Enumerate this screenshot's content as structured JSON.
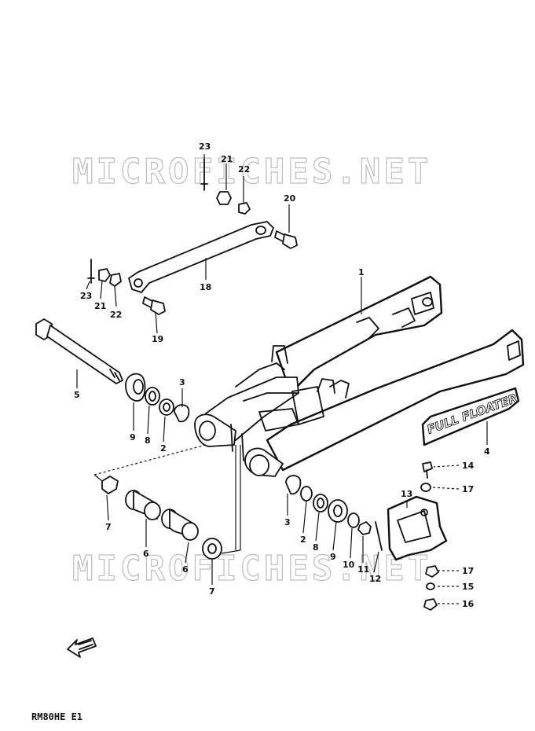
{
  "watermark": "MICROFICHES.NET",
  "frame_logo": "FULL FLOATER",
  "diagram_code": "RM80HE E1",
  "callouts": {
    "c23a": "23",
    "c21a": "21",
    "c22a": "22",
    "c20": "20",
    "c18": "18",
    "c23b": "23",
    "c21b": "21",
    "c22b": "22",
    "c19": "19",
    "c1": "1",
    "c5": "5",
    "c3a": "3",
    "c9a": "9",
    "c8a": "8",
    "c2a": "2",
    "c4": "4",
    "c14": "14",
    "c17a": "17",
    "c13": "13",
    "c7a": "7",
    "c6a": "6",
    "c6b": "6",
    "c7b": "7",
    "c3b": "3",
    "c2b": "2",
    "c8b": "8",
    "c9b": "9",
    "c10": "10",
    "c11": "11",
    "c12": "12",
    "c17b": "17",
    "c15": "15",
    "c16": "16"
  }
}
